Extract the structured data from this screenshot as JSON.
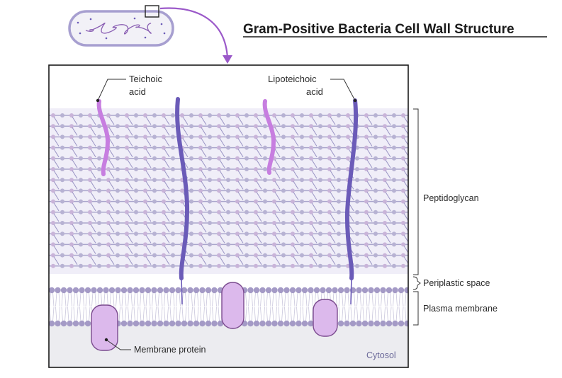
{
  "title": "Gram-Positive Bacteria Cell Wall Structure",
  "labels": {
    "teichoic_line1": "Teichoic",
    "teichoic_line2": "acid",
    "lipoteichoic_line1": "Lipoteichoic",
    "lipoteichoic_line2": "acid",
    "peptidoglycan": "Peptidoglycan",
    "periplastic": "Periplastic space",
    "plasma_membrane": "Plasma membrane",
    "membrane_protein": "Membrane protein",
    "cytosol": "Cytosol"
  },
  "colors": {
    "teichoic": "#c77ee0",
    "lipoteichoic": "#6b5bb8",
    "protein_fill": "#dcb9ec",
    "protein_stroke": "#7a4a8e",
    "lipid_head": "#a49ac6",
    "nam_node": "#c9b4d9",
    "nag_node": "#b7b2d3",
    "cytosol_bg": "#ececf0",
    "arrow": "#9b59c9"
  }
}
